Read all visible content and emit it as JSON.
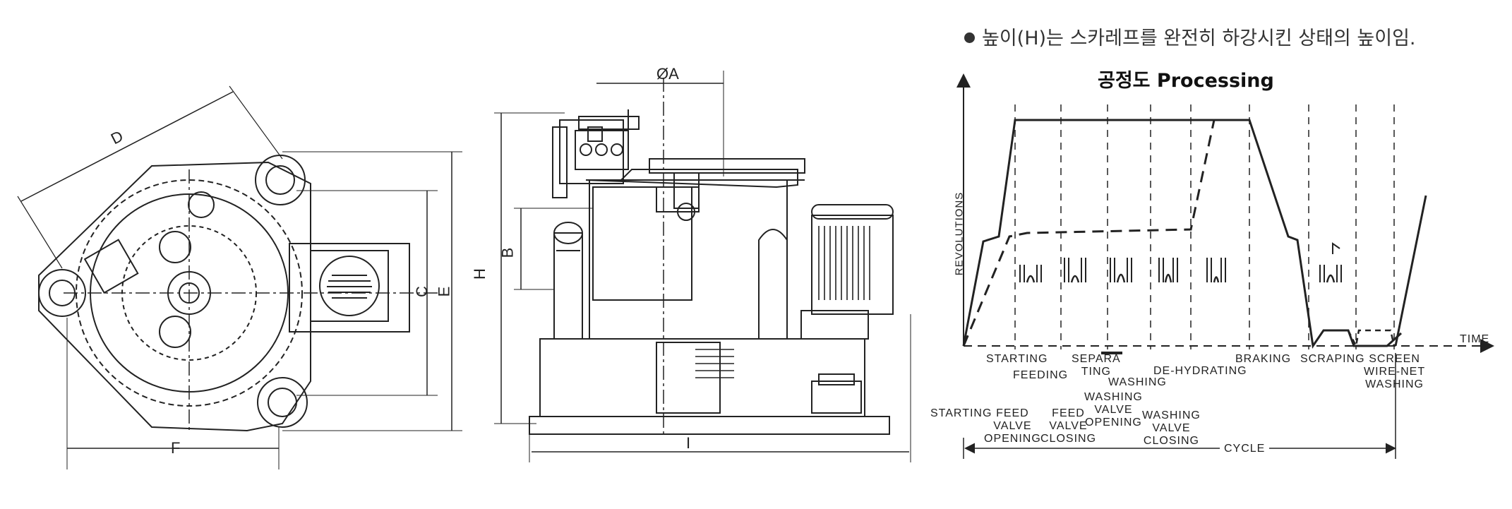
{
  "note": "높이(H)는 스카레프를 완전히 하강시킨 상태의 높이임.",
  "processing_title": "공정도 Processing",
  "axes": {
    "y_label": "REVOLUTIONS",
    "x_label": "TIME"
  },
  "top_phases": {
    "starting": "STARTING",
    "feeding": "FEEDING",
    "separating": "SEPARA\nTING",
    "washing": "WASHING",
    "dehydrating": "DE-HYDRATING",
    "braking": "BRAKING",
    "scraping": "SCRAPING",
    "screen_washing": "SCREEN\nWIRE-NET\nWASHING"
  },
  "bottom_events": {
    "starting": "STARTING",
    "feed_valve_opening": "FEED\nVALVE\nOPENING",
    "feed_valve_closing": "FEED\nVALVE\nCLOSING",
    "washing_valve_opening": "WASHING\nVALVE\nOPENING",
    "washing_valve_closing": "WASHING\nVALVE\nCLOSING"
  },
  "cycle_label": "CYCLE",
  "dimensions": {
    "d": "D",
    "c": "C",
    "e": "E",
    "f": "F",
    "a": "ØA",
    "b": "B",
    "h": "H",
    "i": "I"
  }
}
